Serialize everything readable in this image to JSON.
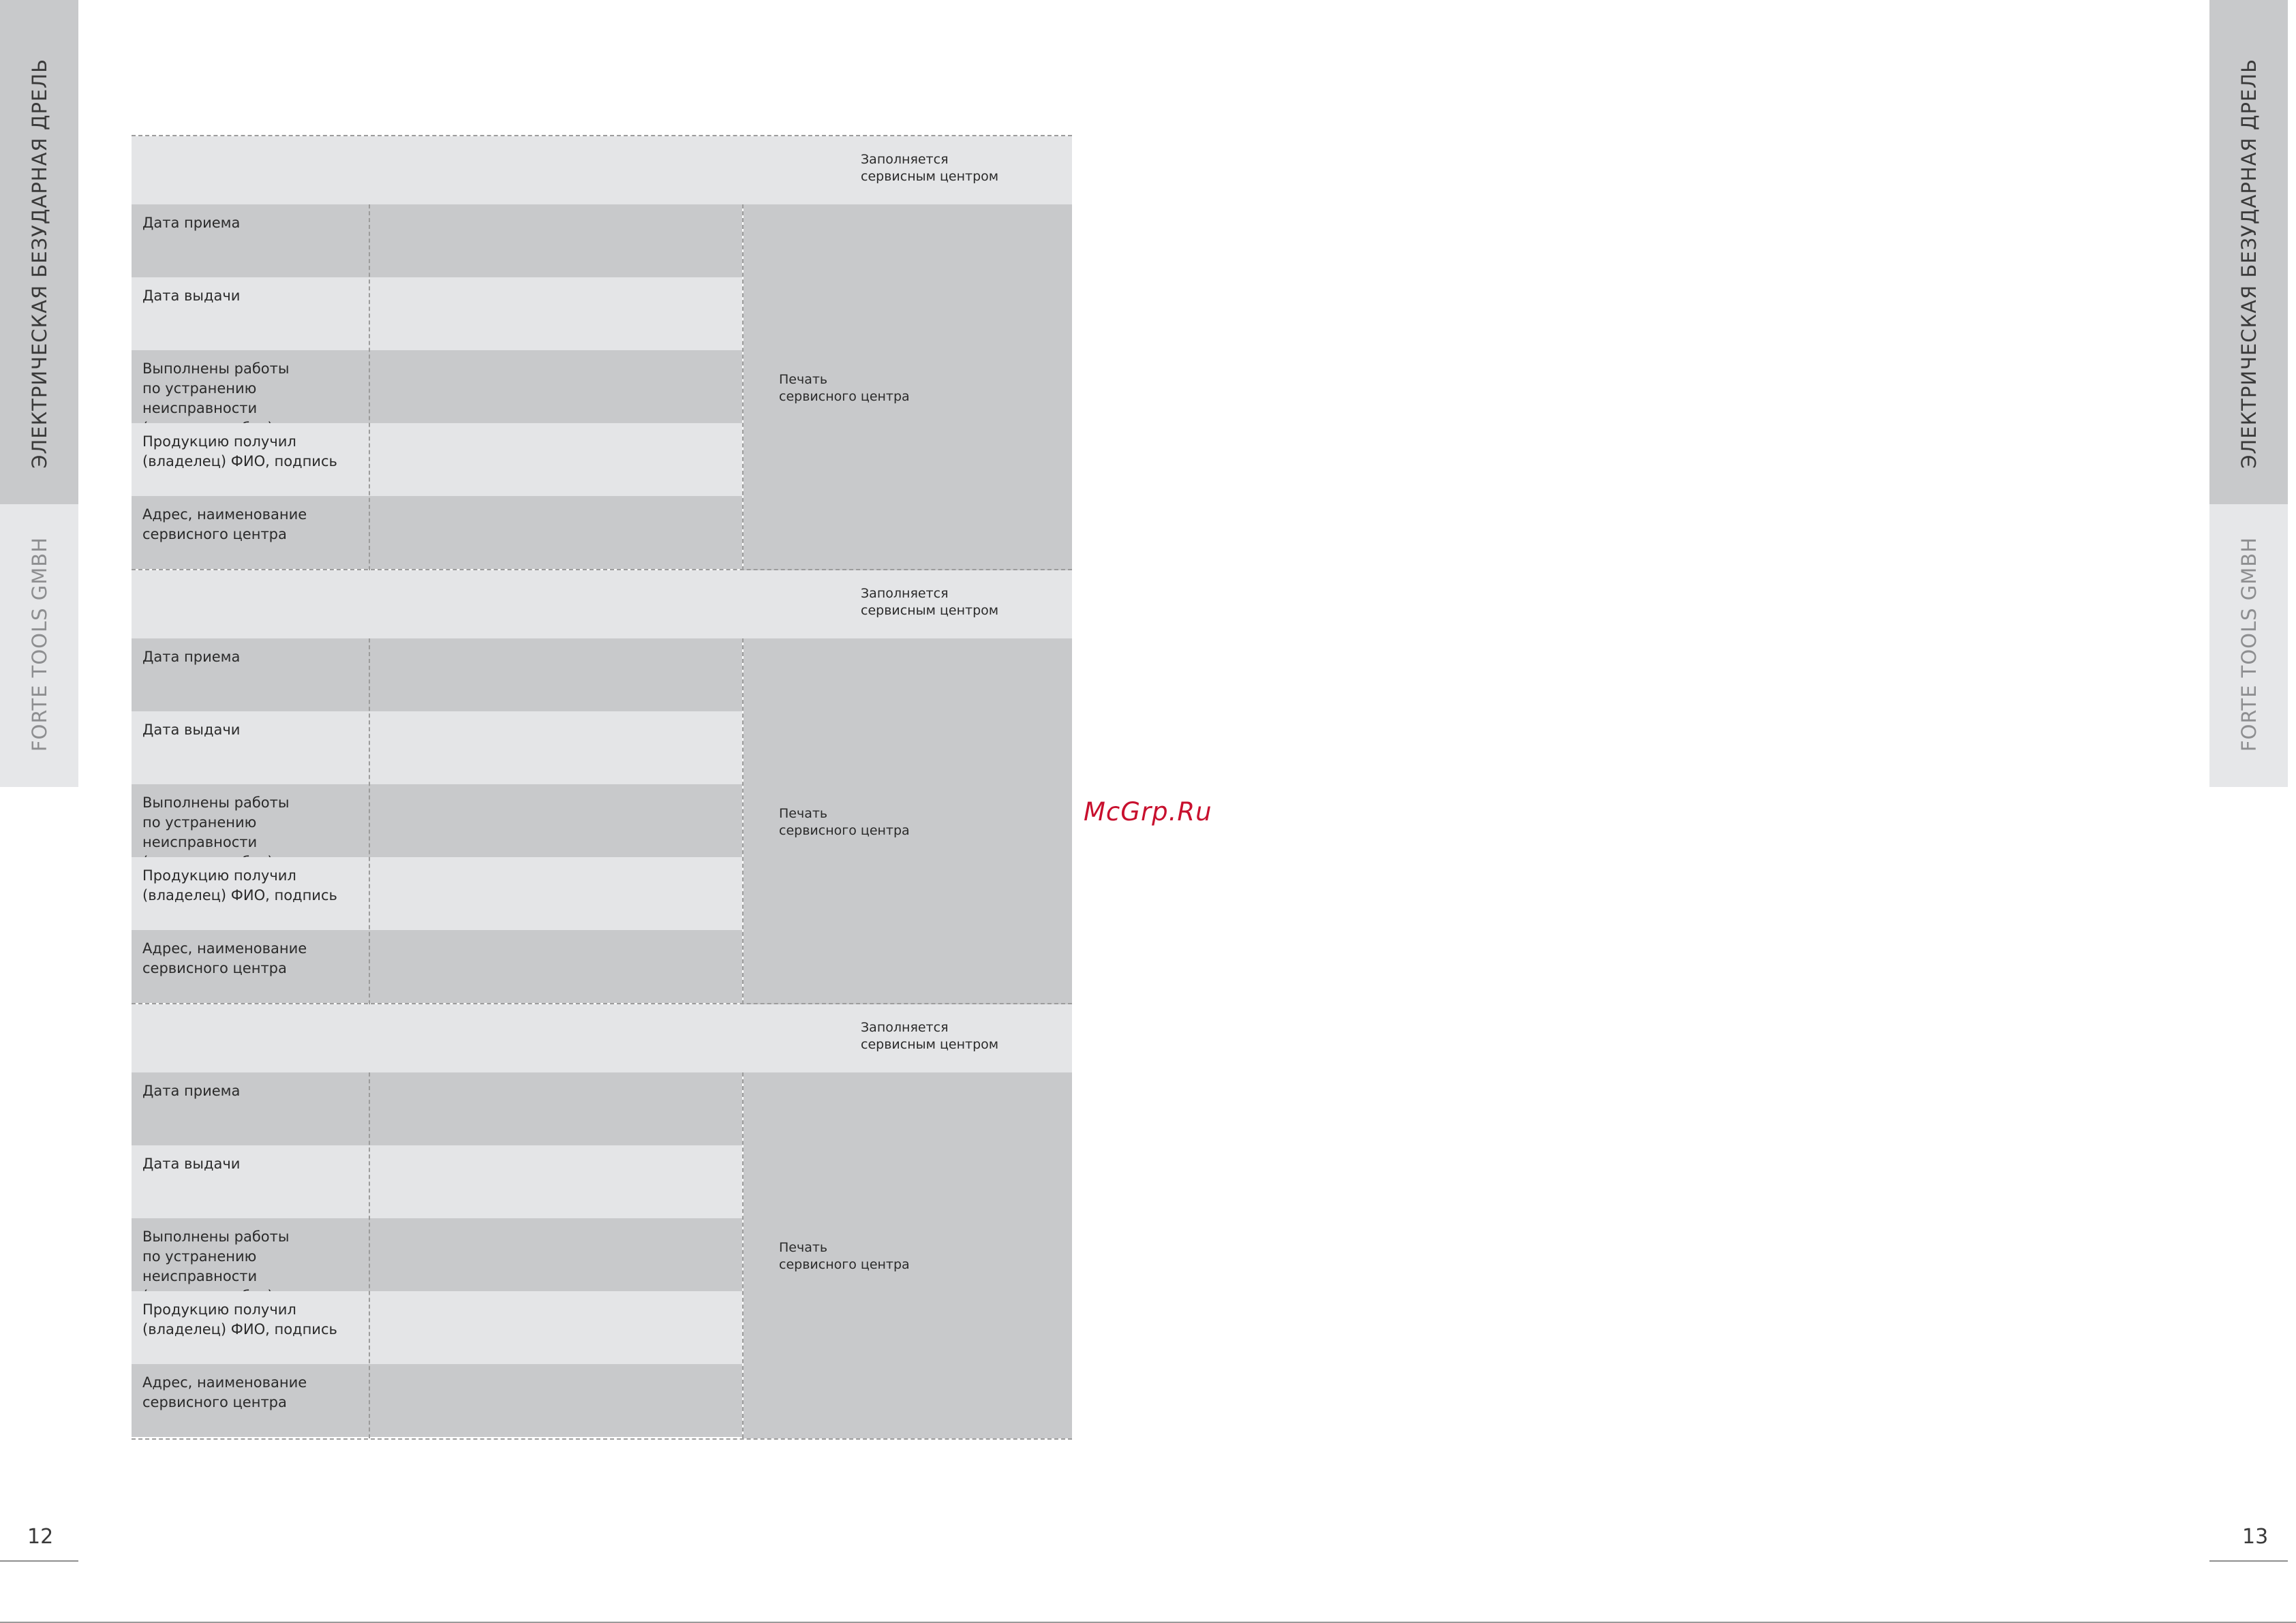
{
  "side_tabs": {
    "product_name": "ЭЛЕКТРИЧЕСКАЯ БЕЗУДАРНАЯ ДРЕЛЬ",
    "brand": "FORTE TOOLS GMBH"
  },
  "pages": {
    "left_number": "12",
    "right_number": "13"
  },
  "watermark": "McGrp.Ru",
  "forms": [
    {
      "header_note": [
        "Заполняется",
        "сервисным центром"
      ],
      "rows": [
        {
          "label": "Дата приема"
        },
        {
          "label": "Дата выдачи"
        },
        {
          "label": "Выполнены работы\nпо устранению неисправности\n(перечень работ)"
        },
        {
          "label": "Продукцию получил\n(владелец) ФИО, подпись"
        },
        {
          "label": "Адрес, наименование\nсервисного центра"
        }
      ],
      "stamp_label": [
        "Печать",
        "сервисного центра"
      ]
    },
    {
      "header_note": [
        "Заполняется",
        "сервисным центром"
      ],
      "rows": [
        {
          "label": "Дата приема"
        },
        {
          "label": "Дата выдачи"
        },
        {
          "label": "Выполнены работы\nпо устранению неисправности\n(перечень работ)"
        },
        {
          "label": "Продукцию получил\n(владелец) ФИО, подпись"
        },
        {
          "label": "Адрес, наименование\nсервисного центра"
        }
      ],
      "stamp_label": [
        "Печать",
        "сервисного центра"
      ]
    },
    {
      "header_note": [
        "Заполняется",
        "сервисным центром"
      ],
      "rows": [
        {
          "label": "Дата приема"
        },
        {
          "label": "Дата выдачи"
        },
        {
          "label": "Выполнены работы\nпо устранению неисправности\n(перечень работ)"
        },
        {
          "label": "Продукцию получил\n(владелец) ФИО, подпись"
        },
        {
          "label": "Адрес, наименование\nсервисного центра"
        }
      ],
      "stamp_label": [
        "Печать",
        "сервисного центра"
      ]
    }
  ]
}
